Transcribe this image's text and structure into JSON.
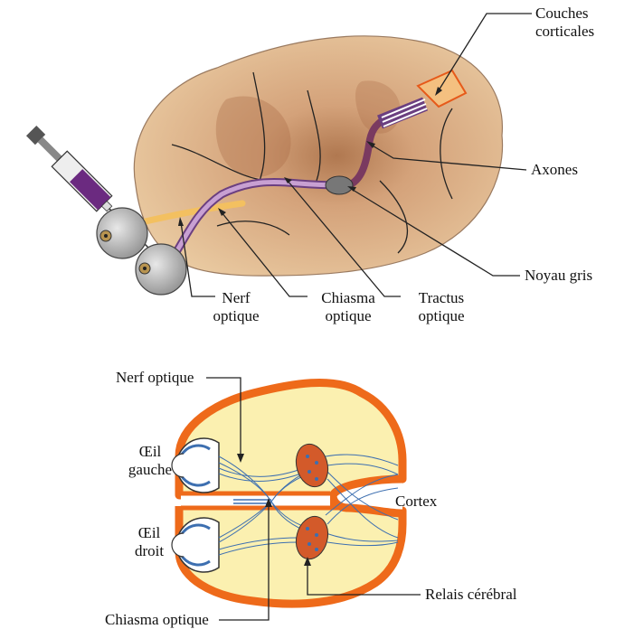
{
  "top": {
    "labels": {
      "couches": [
        "Couches",
        "corticales"
      ],
      "axones": "Axones",
      "noyau": "Noyau gris",
      "nerf": [
        "Nerf",
        "optique"
      ],
      "chiasma": [
        "Chiasma",
        "optique"
      ],
      "tractus": [
        "Tractus",
        "optique"
      ]
    }
  },
  "bottom": {
    "labels": {
      "nerf_optique": "Nerf optique",
      "oeil_gauche": [
        "Œil",
        "gauche"
      ],
      "oeil_droit": [
        "Œil",
        "droit"
      ],
      "cortex": "Cortex",
      "relais": "Relais cérébral",
      "chiasma": "Chiasma optique"
    }
  },
  "colors": {
    "brain": "#e8c49a",
    "brain_dark": "#b07850",
    "nerve_yellow": "#f3c060",
    "tract_purple": "#a070b0",
    "cortex_orange": "#ee6a1a",
    "cortex_fill": "#fbf0b0",
    "relais": "#d35a2a",
    "fiber_blue": "#3d6fb0"
  }
}
